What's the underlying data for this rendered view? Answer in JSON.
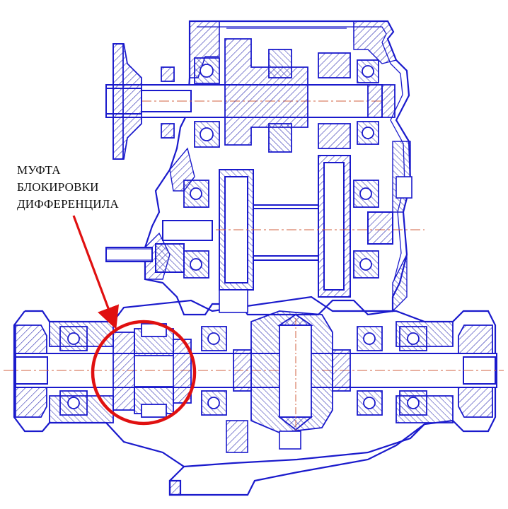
{
  "callout": {
    "lines": [
      "МУФТА",
      "БЛОКИРОВКИ",
      "ДИФФЕРЕНЦИЛА"
    ]
  },
  "colors": {
    "outline": "#1a1acc",
    "hatch": "#1a1aa0",
    "centerline": "#d06040",
    "highlight": "#e01010"
  }
}
